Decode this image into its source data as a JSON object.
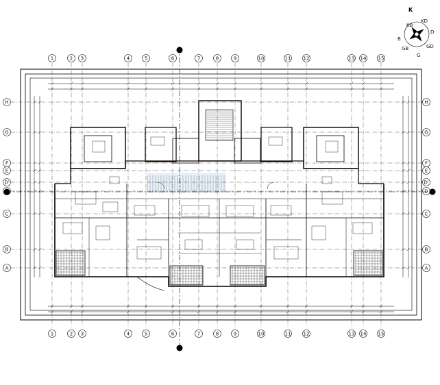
{
  "compass": {
    "north": "K",
    "points": [
      "KB",
      "KD",
      "D",
      "B",
      "GD",
      "GB",
      "G"
    ]
  },
  "grid": {
    "columns": [
      "1",
      "2",
      "3",
      "4",
      "5",
      "6",
      "7",
      "8",
      "9",
      "10",
      "11",
      "12",
      "13",
      "14",
      "15"
    ],
    "rows": [
      "H",
      "G",
      "F",
      "E",
      "D'",
      "D",
      "C",
      "B",
      "A"
    ]
  },
  "colors": {
    "line": "#000000",
    "grid": "#111111",
    "watermark": "#7fb0e0"
  }
}
